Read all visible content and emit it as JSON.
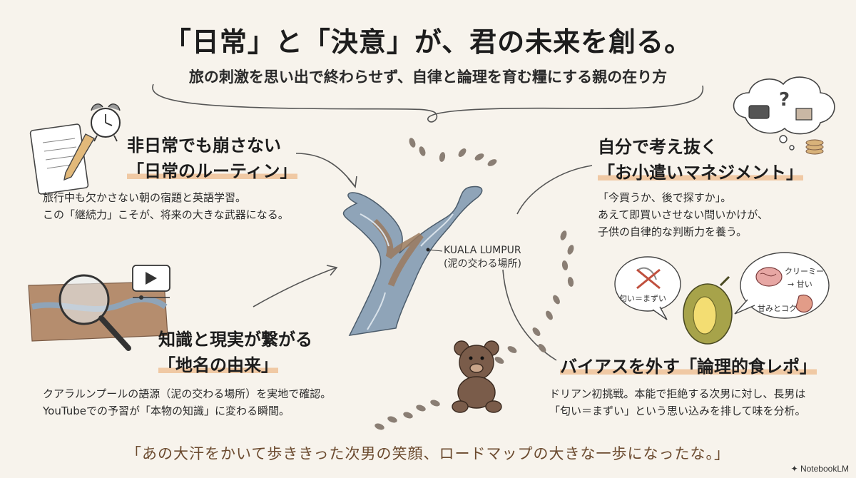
{
  "title": "「日常」と「決意」が、君の未来を創る。",
  "subtitle": "旅の刺激を思い出で終わらせず、自律と論理を育む糧にする親の在り方",
  "map_label": {
    "city": "KUALA LUMPUR",
    "meaning": "(泥の交わる場所)"
  },
  "sections": {
    "routine": {
      "heading_line1": "非日常でも崩さない",
      "heading_line2": "「日常のルーティン」",
      "body": [
        "旅行中も欠かさない朝の宿題と英語学習。",
        "この「継続力」こそが、将来の大きな武器になる。"
      ]
    },
    "money": {
      "heading_line1": "自分で考え抜く",
      "heading_line2": "「お小遣いマネジメント」",
      "body": [
        "「今買うか、後で探すか」。",
        "あえて即買いさせない問いかけが、",
        "子供の自律的な判断力を養う。"
      ]
    },
    "knowledge": {
      "heading_line1": "知識と現実が繋がる",
      "heading_line2": "「地名の由来」",
      "body": [
        "クアラルンプールの語源（泥の交わる場所）を実地で確認。",
        "YouTubeでの予習が「本物の知識」に変わる瞬間。"
      ]
    },
    "bias": {
      "heading": "バイアスを外す「論理的食レポ」",
      "body": [
        "ドリアン初挑戦。本能で拒絶する次男に対し、長男は",
        "「匂い＝まずい」という思い込みを排して味を分析。"
      ]
    }
  },
  "durian_labels": {
    "smell": "匂い＝まずい",
    "creamy": "クリーミー",
    "sweet": "→ 甘い",
    "depth": "甘みとコク"
  },
  "quote": "「あの大汗をかいて歩ききった次男の笑顔、ロードマップの大きな一歩になったな。」",
  "brand": "NotebookLM",
  "icons": [
    "notebook-icon",
    "pencil-icon",
    "alarm-clock-icon",
    "video-play-icon",
    "magnifier-icon",
    "thought-bubble-icon",
    "wallet-icon",
    "question-mark-icon",
    "coins-icon",
    "teddy-bear-icon",
    "durian-icon",
    "brain-icon",
    "footprints-icon"
  ],
  "colors": {
    "background": "#f7f3ec",
    "highlight": "#f0c9a4",
    "river_blue": "#8fa4b8",
    "river_mud": "#9b7a5e",
    "quote_brown": "#6b4a2e",
    "cross_red": "#c0503e"
  }
}
